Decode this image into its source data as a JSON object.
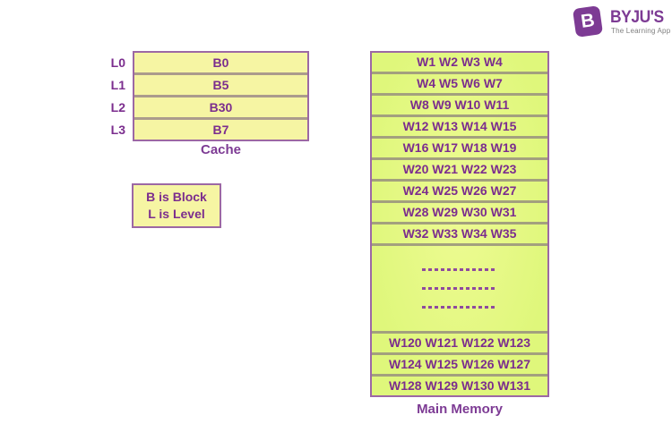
{
  "logo": {
    "brand": "BYJU'S",
    "tagline": "The Learning App",
    "icon_letter": "B",
    "brand_color": "#7d3b94",
    "tagline_color": "#7f7f7f"
  },
  "cache": {
    "title": "Cache",
    "rows": [
      {
        "level": "L0",
        "block": "B0"
      },
      {
        "level": "L1",
        "block": "B5"
      },
      {
        "level": "L2",
        "block": "B30"
      },
      {
        "level": "L3",
        "block": "B7"
      }
    ]
  },
  "legend": {
    "line1": "B is Block",
    "line2": "L is Level"
  },
  "memory": {
    "title": "Main Memory",
    "rows": [
      "W1 W2 W3 W4",
      "W4 W5 W6 W7",
      "W8 W9 W10 W11",
      "W12 W13 W14 W15",
      "W16 W17 W18 W19",
      "W20 W21 W22 W23",
      "W24 W25 W26 W27",
      "W28 W29 W30 W31",
      "W32 W33 W34 W35"
    ],
    "ellipsis_lines": 3,
    "rows_bottom": [
      "W120 W121 W122 W123",
      "W124 W125 W126 W127",
      "W128 W129 W130 W131"
    ]
  },
  "colors": {
    "text_purple": "#7b2d8e",
    "cache_fill": "#f6f5a3",
    "memory_fill": "#dff77b",
    "outer_border": "#9c68a4",
    "separator_cache": "#ab9b8c",
    "separator_memory": "#a3a07e",
    "dash": "#8e4a9e"
  }
}
